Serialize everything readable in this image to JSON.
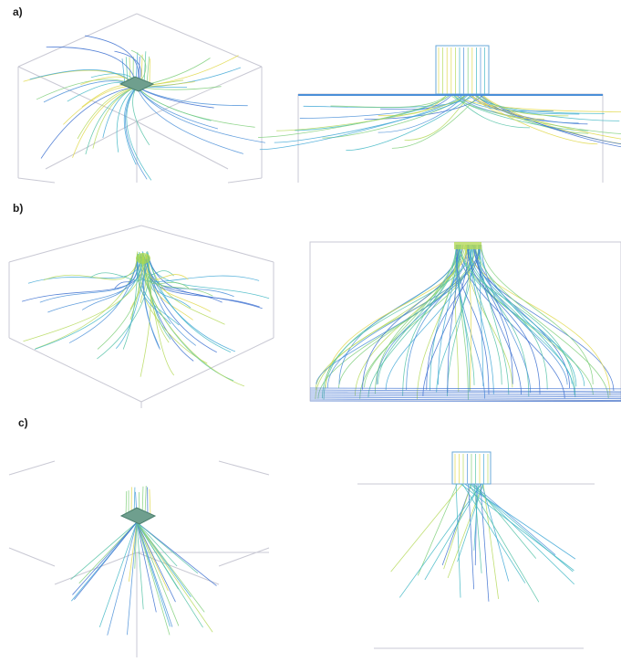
{
  "panels": [
    {
      "label": "a)"
    },
    {
      "label": "b)"
    },
    {
      "label": "c)"
    }
  ],
  "colors": {
    "frame": "#c9c9d4",
    "streamline_palette": [
      "#3b6fd0",
      "#4a8fd8",
      "#3fa7d6",
      "#41b7c4",
      "#53c2a6",
      "#7fcf7a",
      "#b5d95a",
      "#e0d84a"
    ]
  }
}
